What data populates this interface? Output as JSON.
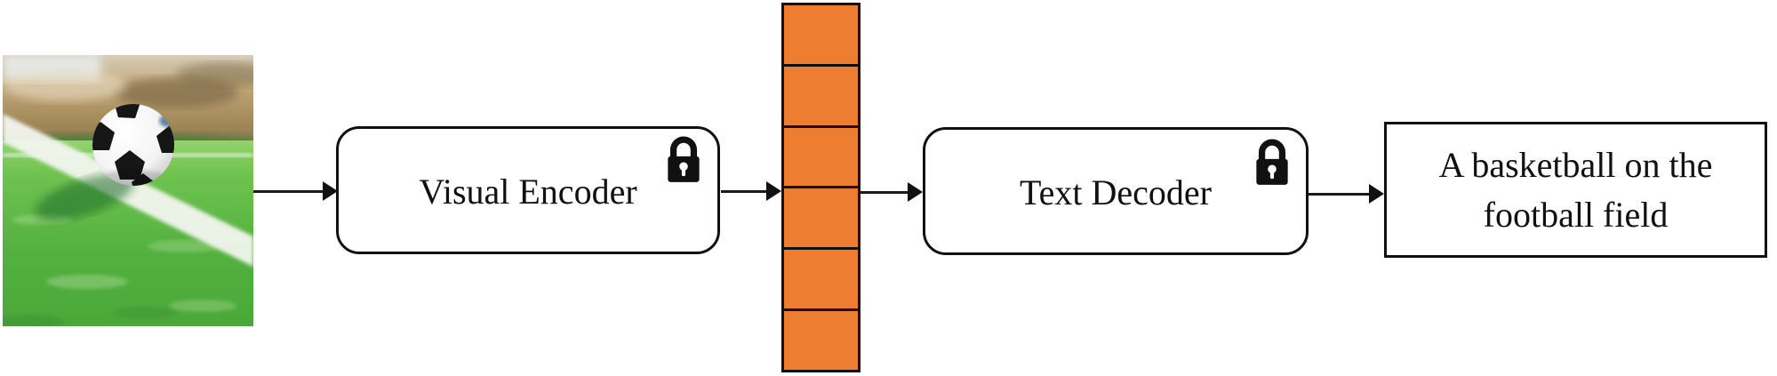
{
  "diagram": {
    "input_image": {
      "description": "Photo of a soccer ball resting on the white line of a grassy football field with blurred tan hills in the background"
    },
    "visual_encoder": {
      "label": "Visual Encoder",
      "lock_icon": "padlock-closed (frozen weights)"
    },
    "feature_stack": {
      "cell_count": 6,
      "fill_color": "#ED7D31",
      "border_color": "#111111"
    },
    "text_decoder": {
      "label": "Text Decoder",
      "lock_icon": "padlock-closed (frozen weights)"
    },
    "output_caption": {
      "text": "A basketball on the football field"
    },
    "colors": {
      "accent_orange": "#ED7D31",
      "line_black": "#111111",
      "box_background": "#FFFFFF"
    }
  }
}
